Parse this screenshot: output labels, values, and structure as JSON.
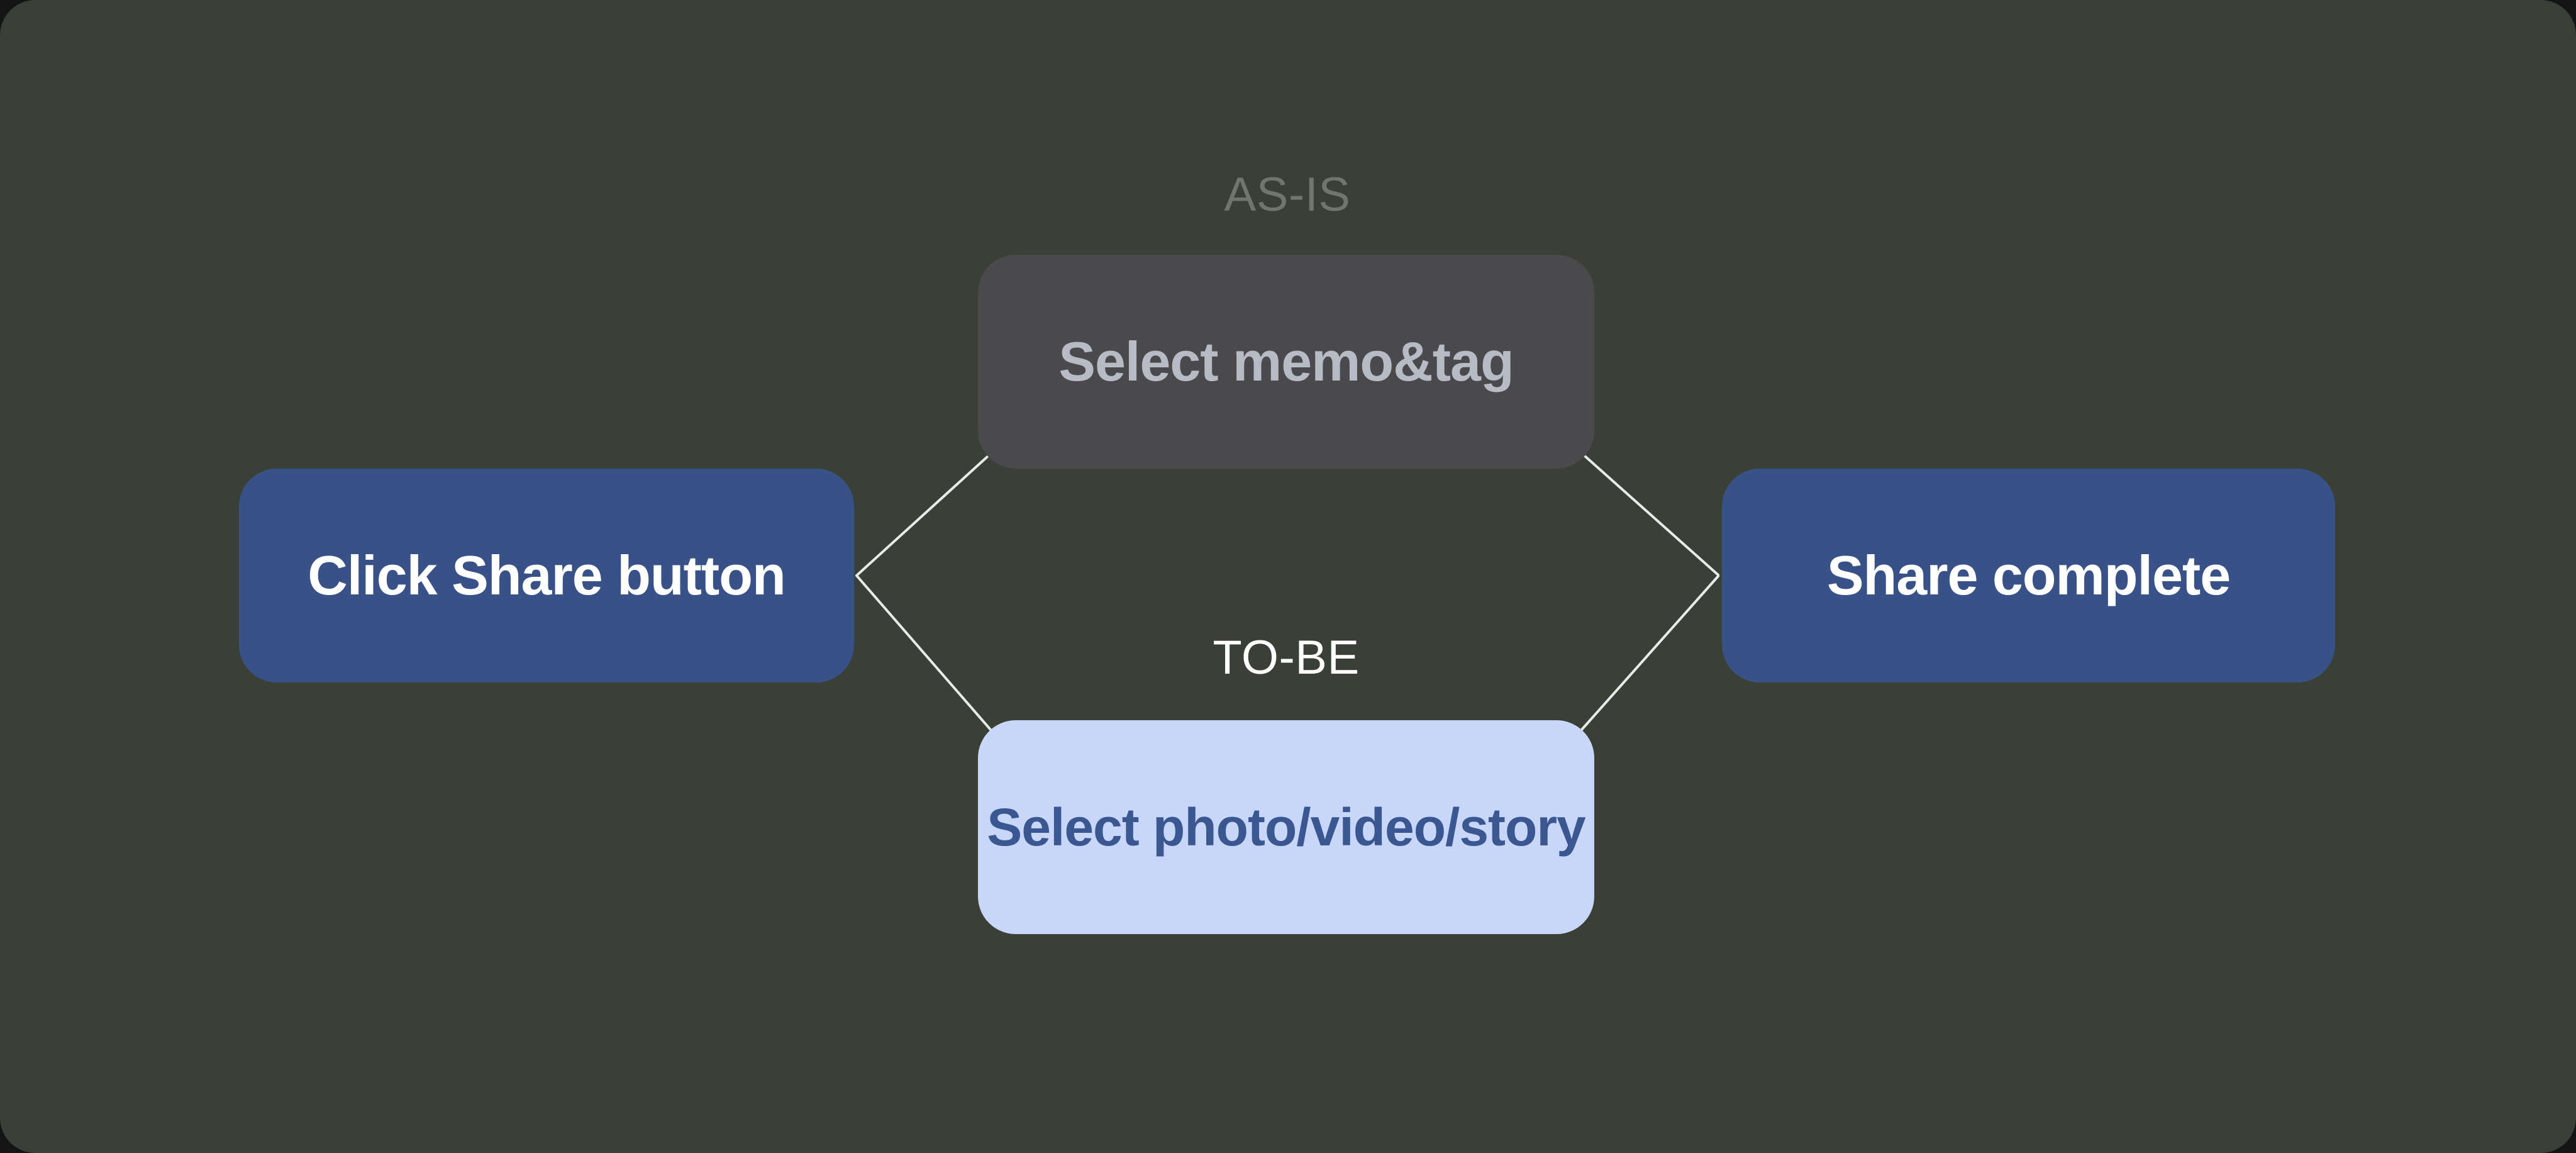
{
  "canvas": {
    "as_is_label": "AS-IS",
    "to_be_label": "TO-BE"
  },
  "nodes": [
    {
      "id": "click-share-button",
      "label": "Click Share button",
      "style": "blue"
    },
    {
      "id": "select-memo-tag",
      "label": "Select memo&tag",
      "style": "gray"
    },
    {
      "id": "select-photo-video-story",
      "label": "Select photo/video/story",
      "style": "light"
    },
    {
      "id": "share-complete",
      "label": "Share complete",
      "style": "blue"
    }
  ],
  "edges": [
    {
      "from": "click-share-button",
      "to": "select-memo-tag"
    },
    {
      "from": "click-share-button",
      "to": "select-photo-video-story"
    },
    {
      "from": "select-memo-tag",
      "to": "share-complete"
    },
    {
      "from": "select-photo-video-story",
      "to": "share-complete"
    }
  ],
  "colors": {
    "background": "#3A4036",
    "node_blue": "#385287",
    "node_blue_text": "#FFFFFF",
    "node_gray": "#4A494B",
    "node_gray_text": "#B6BBC5",
    "node_light": "#C8D7F9",
    "node_light_text": "#3A5791",
    "as_is_text": "#70756D",
    "to_be_text": "#FFFFFF",
    "connector": "#E9EBEA"
  }
}
